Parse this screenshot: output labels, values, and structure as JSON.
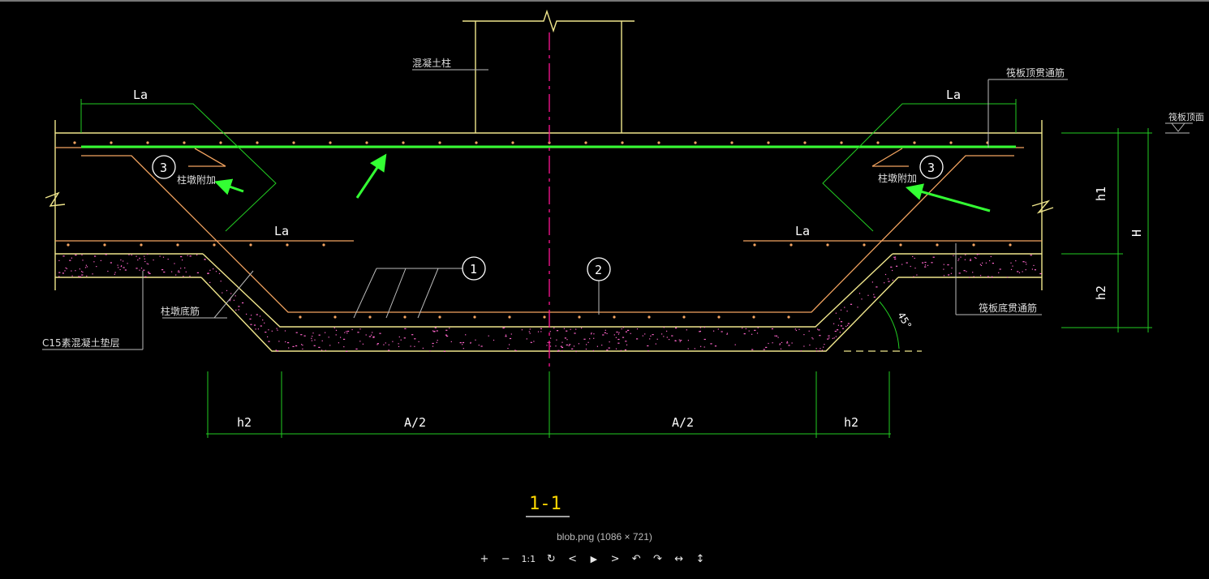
{
  "viewer": {
    "caption": "blob.png (1086 × 721)",
    "toolbar": {
      "zoom_in": "+",
      "zoom_out": "−",
      "actual_size": "1:1",
      "refresh": "↻",
      "prev": "<",
      "play": "▶",
      "next": ">",
      "rotate_left": "↶",
      "rotate_right": "↷",
      "flip_horizontal": "↔",
      "flip_vertical": "↕"
    }
  },
  "drawing": {
    "section_title": "1-1",
    "labels": {
      "la_top_left": "La",
      "la_top_right": "La",
      "la_mid_left": "La",
      "la_mid_right": "La",
      "h2_left": "h2",
      "h2_right": "h2",
      "a2_left": "A/2",
      "a2_right": "A/2",
      "h1": "h1",
      "h2_side": "h2",
      "H": "H",
      "angle": "45°",
      "callout_1": "1",
      "callout_2": "2",
      "callout_3_left": "3",
      "callout_3_right": "3",
      "column_note": "混凝土柱",
      "top_rebar_note": "筏板顶贯通筋",
      "raft_top_note": "筏板顶面",
      "add_rebar_left": "柱墩附加",
      "add_rebar_right": "柱墩附加",
      "pier_bottom_note": "柱墩底筋",
      "bottom_rebar_note": "筏板底贯通筋",
      "cushion_note": "C15素混凝土垫层"
    },
    "colors": {
      "background": "#000000",
      "concrete_outline": "#f0e68c",
      "rebar": "#f4a460",
      "dimension": "#22cc22",
      "highlight_arrow": "#33ff33",
      "centerline": "#ff1493",
      "leader": "#cccccc",
      "title": "#ffd700",
      "speckle": "#ff66cc"
    }
  }
}
